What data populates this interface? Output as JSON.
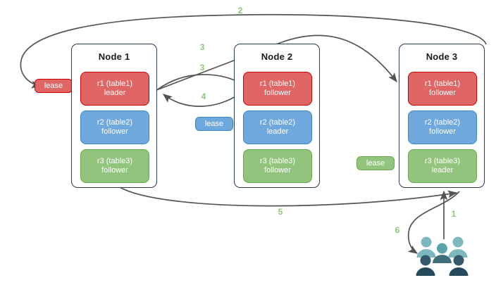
{
  "diagram": {
    "title": "",
    "colors": {
      "red": "#e06666",
      "red_border": "#cc0000",
      "blue": "#6fa8dc",
      "blue_border": "#3d85c6",
      "green": "#93c47d",
      "green_border": "#6aa84f",
      "node_border": "#2b3a55",
      "edge": "#545454",
      "label_green": "#8fc47c",
      "people_light": "#6fb3b8",
      "people_dark": "#2e4f5e"
    },
    "nodes": [
      {
        "title": "Node 1",
        "replicas": [
          {
            "name": "r1 (table1)",
            "role": "leader",
            "color": "red"
          },
          {
            "name": "r2 (table2)",
            "role": "follower",
            "color": "blue"
          },
          {
            "name": "r3 (table3)",
            "role": "follower",
            "color": "green"
          }
        ]
      },
      {
        "title": "Node 2",
        "replicas": [
          {
            "name": "r1 (table1)",
            "role": "follower",
            "color": "red"
          },
          {
            "name": "r2 (table2)",
            "role": "leader",
            "color": "blue"
          },
          {
            "name": "r3 (table3)",
            "role": "follower",
            "color": "green"
          }
        ]
      },
      {
        "title": "Node 3",
        "replicas": [
          {
            "name": "r1 (table1)",
            "role": "follower",
            "color": "red"
          },
          {
            "name": "r2 (table2)",
            "role": "follower",
            "color": "blue"
          },
          {
            "name": "r3 (table3)",
            "role": "leader",
            "color": "green"
          }
        ]
      }
    ],
    "leases": [
      {
        "label": "lease",
        "color": "red"
      },
      {
        "label": "lease",
        "color": "blue"
      },
      {
        "label": "lease",
        "color": "green"
      }
    ],
    "edge_labels": [
      "2",
      "3",
      "3",
      "4",
      "5",
      "1",
      "6"
    ],
    "people_icon": "group-of-users-icon"
  }
}
